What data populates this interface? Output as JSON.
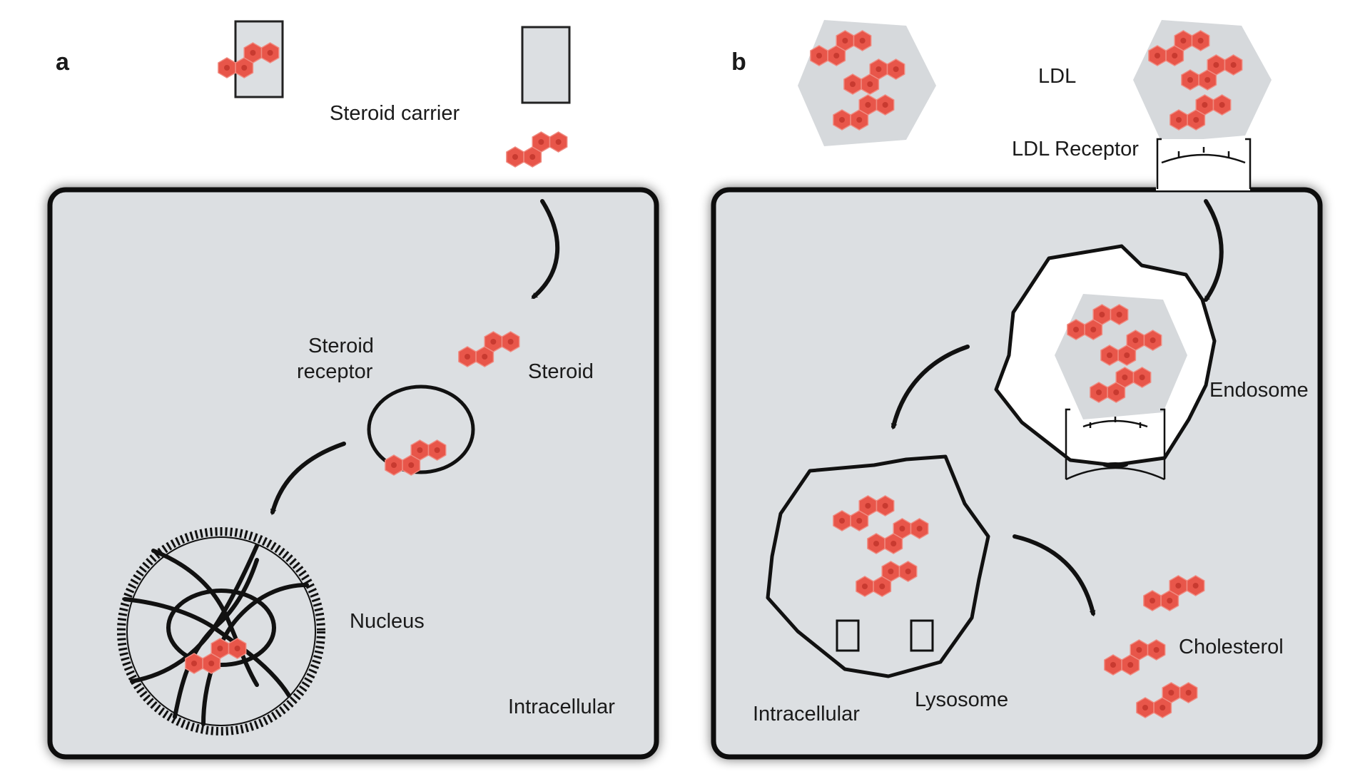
{
  "colors": {
    "cell_fill": "#dcdfe2",
    "outline": "#111111",
    "steroid_red": "#e8564a",
    "ldl_grey": "#d6d9dc",
    "endosome_fill": "#ffffff"
  },
  "panel_a": {
    "letter": "a",
    "labels": {
      "steroid_carrier": "Steroid carrier",
      "steroid_receptor_line1": "Steroid",
      "steroid_receptor_line2": "receptor",
      "steroid": "Steroid",
      "nucleus": "Nucleus",
      "intracellular": "Intracellular"
    }
  },
  "panel_b": {
    "letter": "b",
    "labels": {
      "ldl": "LDL",
      "ldl_receptor": "LDL Receptor",
      "endosome": "Endosome",
      "lysosome": "Lysosome",
      "cholesterol": "Cholesterol",
      "intracellular": "Intracellular"
    }
  }
}
